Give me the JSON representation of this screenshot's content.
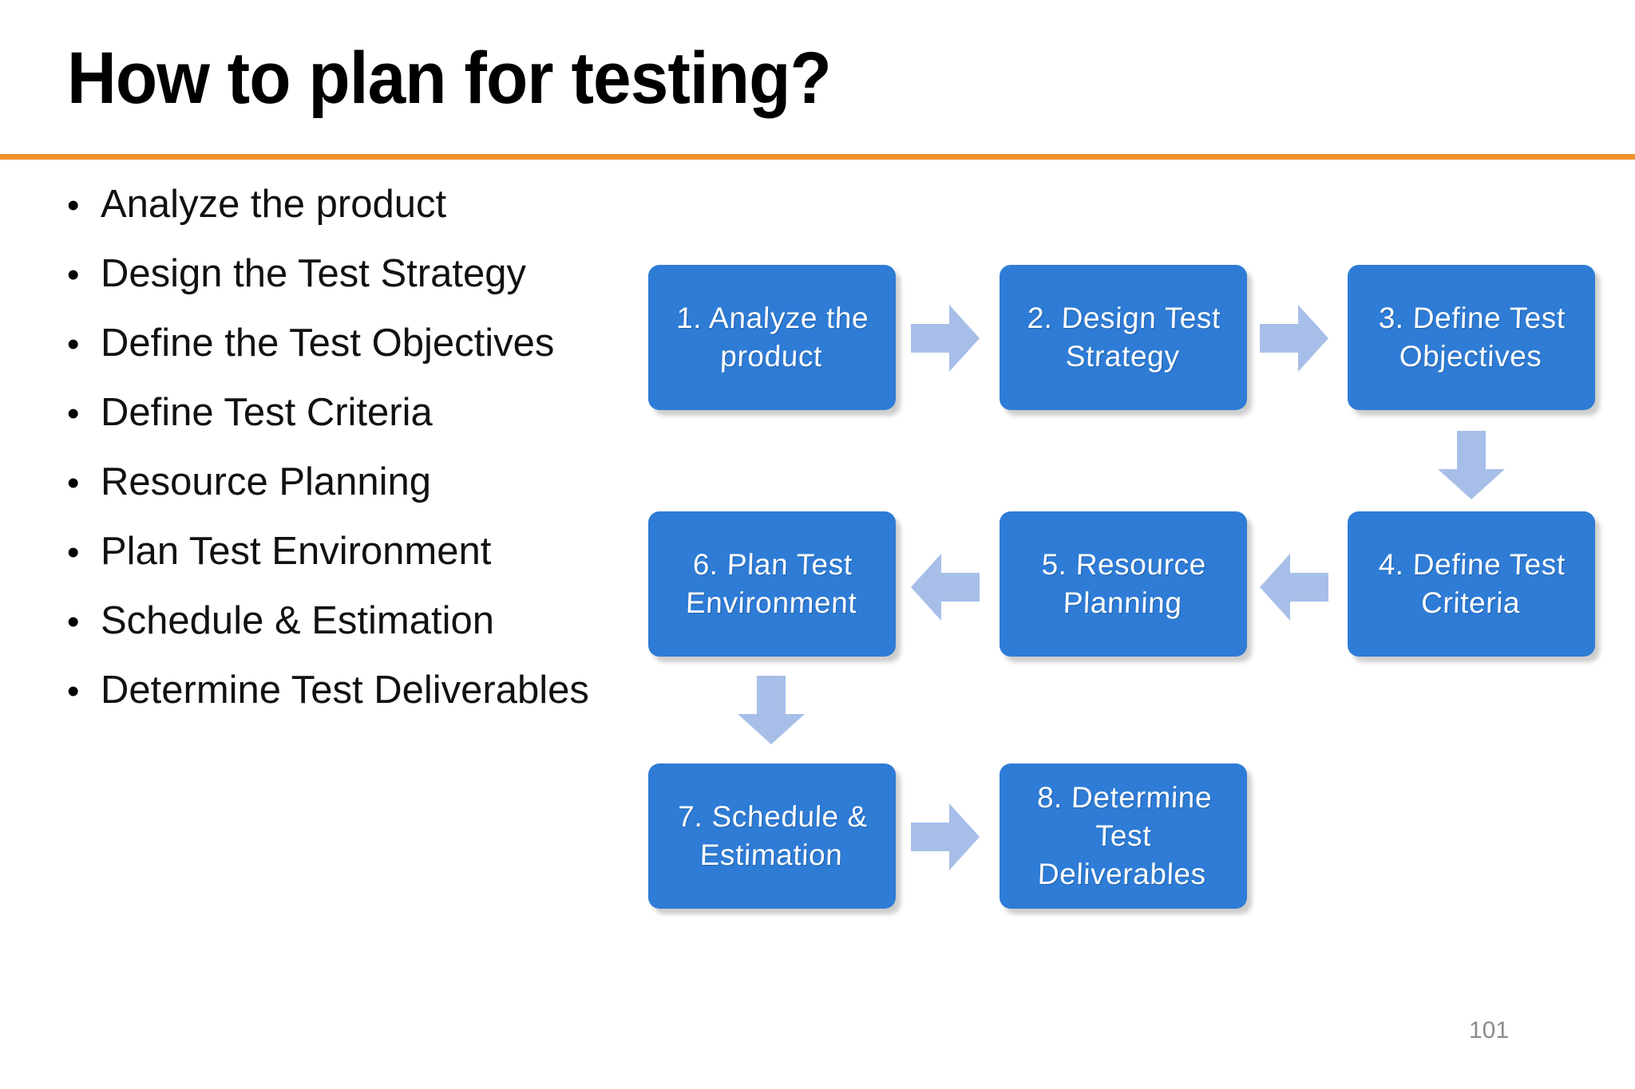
{
  "slide": {
    "title": "How to plan for testing?",
    "page_number": "101",
    "accent_color": "#F0922F",
    "node_color": "#2E7CD6",
    "arrow_color": "#A7BFE8",
    "page_number_color": "#8C8C8C"
  },
  "bullets": [
    {
      "marker": "•",
      "text": "Analyze the product"
    },
    {
      "marker": "•",
      "text": "Design the Test Strategy"
    },
    {
      "marker": "•",
      "text": "Define the Test Objectives"
    },
    {
      "marker": "•",
      "text": "Define Test Criteria"
    },
    {
      "marker": "•",
      "text": "Resource Planning"
    },
    {
      "marker": "•",
      "text": "Plan Test Environment"
    },
    {
      "marker": "•",
      "text": "Schedule & Estimation"
    },
    {
      "marker": "•",
      "text": "Determine Test Deliverables"
    }
  ],
  "flowchart": {
    "type": "process-flow",
    "nodes": [
      {
        "id": 1,
        "label": "1. Analyze the product"
      },
      {
        "id": 2,
        "label": "2. Design Test Strategy"
      },
      {
        "id": 3,
        "label": "3. Define Test Objectives"
      },
      {
        "id": 4,
        "label": "4. Define Test Criteria"
      },
      {
        "id": 5,
        "label": "5. Resource Planning"
      },
      {
        "id": 6,
        "label": "6. Plan Test Environment"
      },
      {
        "id": 7,
        "label": "7. Schedule & Estimation"
      },
      {
        "id": 8,
        "label": "8. Determine Test Deliverables"
      }
    ],
    "arrows": [
      {
        "from": 1,
        "to": 2,
        "direction": "right"
      },
      {
        "from": 2,
        "to": 3,
        "direction": "right"
      },
      {
        "from": 3,
        "to": 4,
        "direction": "down"
      },
      {
        "from": 4,
        "to": 5,
        "direction": "left"
      },
      {
        "from": 5,
        "to": 6,
        "direction": "left"
      },
      {
        "from": 6,
        "to": 7,
        "direction": "down"
      },
      {
        "from": 7,
        "to": 8,
        "direction": "right"
      }
    ]
  }
}
